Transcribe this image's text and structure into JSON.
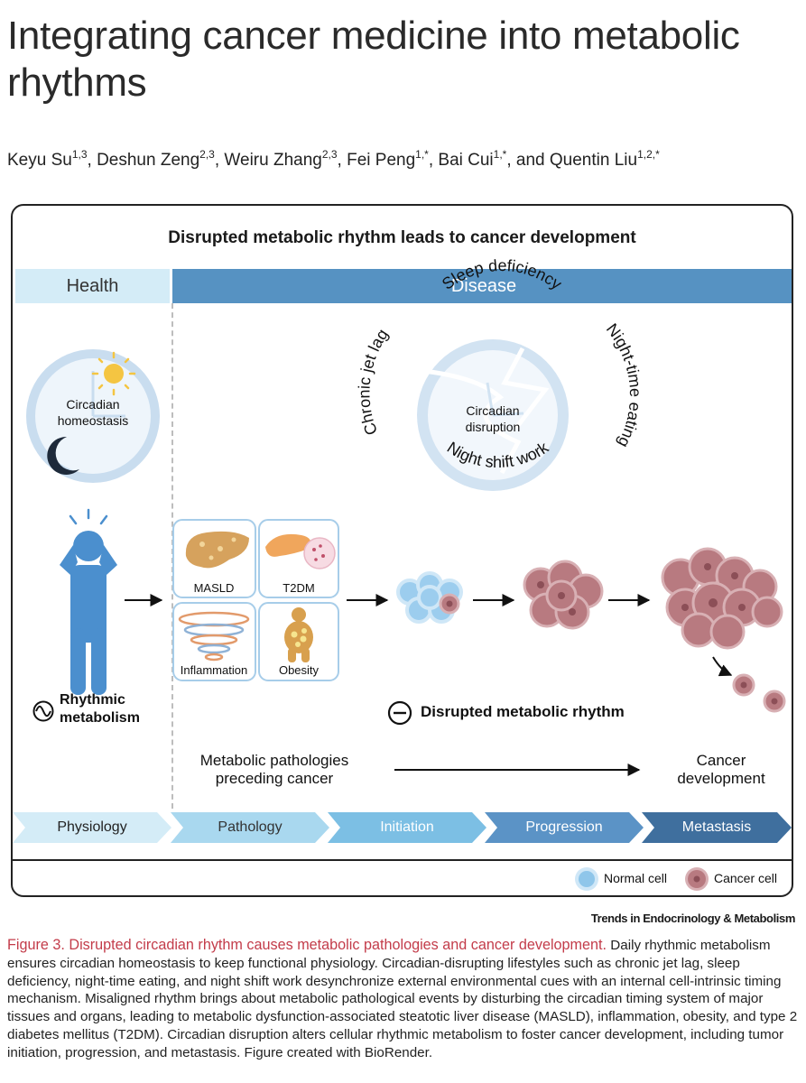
{
  "title": "Integrating cancer medicine into metabolic rhythms",
  "authors": [
    {
      "name": "Keyu Su",
      "sup": "1,3"
    },
    {
      "name": "Deshun Zeng",
      "sup": "2,3"
    },
    {
      "name": "Weiru Zhang",
      "sup": "2,3"
    },
    {
      "name": "Fei Peng",
      "sup": "1,*"
    },
    {
      "name": "Bai Cui",
      "sup": "1,*"
    },
    {
      "name": "Quentin Liu",
      "sup": "1,2,*"
    }
  ],
  "authors_and": "and",
  "figure": {
    "heading": "Disrupted metabolic rhythm leads to cancer development",
    "health_label": "Health",
    "disease_label": "Disease",
    "circadian_homeostasis": [
      "Circadian",
      "homeostasis"
    ],
    "circadian_disruption": [
      "Circadian",
      "disruption"
    ],
    "disruptors": {
      "top": "Sleep deficiency",
      "left": "Chronic jet lag",
      "right": "Night-time eating",
      "bottom": "Night shift work"
    },
    "pathologies": [
      "MASLD",
      "T2DM",
      "Inflammation",
      "Obesity"
    ],
    "rhythmic_metabolism": [
      "Rhythmic",
      "metabolism"
    ],
    "disrupted_rhythm": "Disrupted metabolic rhythm",
    "preceding_cancer": [
      "Metabolic pathologies",
      "preceding cancer"
    ],
    "cancer_development": [
      "Cancer",
      "development"
    ],
    "stages": [
      {
        "label": "Physiology",
        "color": "#d4ecf7",
        "text_color": "#222222"
      },
      {
        "label": "Pathology",
        "color": "#a9d8ef",
        "text_color": "#333333"
      },
      {
        "label": "Initiation",
        "color": "#7cbfe4",
        "text_color": "#ffffff"
      },
      {
        "label": "Progression",
        "color": "#5b93c6",
        "text_color": "#ffffff"
      },
      {
        "label": "Metastasis",
        "color": "#3f6f9e",
        "text_color": "#ffffff"
      }
    ],
    "legend": {
      "normal": "Normal cell",
      "cancer": "Cancer cell"
    }
  },
  "journal": "Trends in Endocrinology & Metabolism",
  "caption_title": "Figure 3. Disrupted circadian rhythm causes metabolic pathologies and cancer development.",
  "caption_body": "Daily rhythmic metabolism ensures circadian homeostasis to keep functional physiology. Circadian-disrupting lifestyles such as chronic jet lag, sleep deficiency, night-time eating, and night shift work desynchronize external environmental cues with an internal cell-intrinsic timing mechanism. Misaligned rhythm brings about metabolic pathological events by disturbing the circadian timing system of major tissues and organs, leading to metabolic dysfunction-associated steatotic liver disease (MASLD), inflammation, obesity, and type 2 diabetes mellitus (T2DM). Circadian disruption alters cellular rhythmic metabolism to foster cancer development, including tumor initiation, progression, and metastasis. Figure created with BioRender.",
  "colors": {
    "caption_title": "#c33c4a",
    "disease_bar": "#5692c2",
    "health_bar": "#d4ecf7",
    "clock_ring": "#b9cfe6",
    "person": "#4b8fce",
    "cancer_cell": "#b87a80",
    "normal_cell": "#8fc6ea"
  }
}
